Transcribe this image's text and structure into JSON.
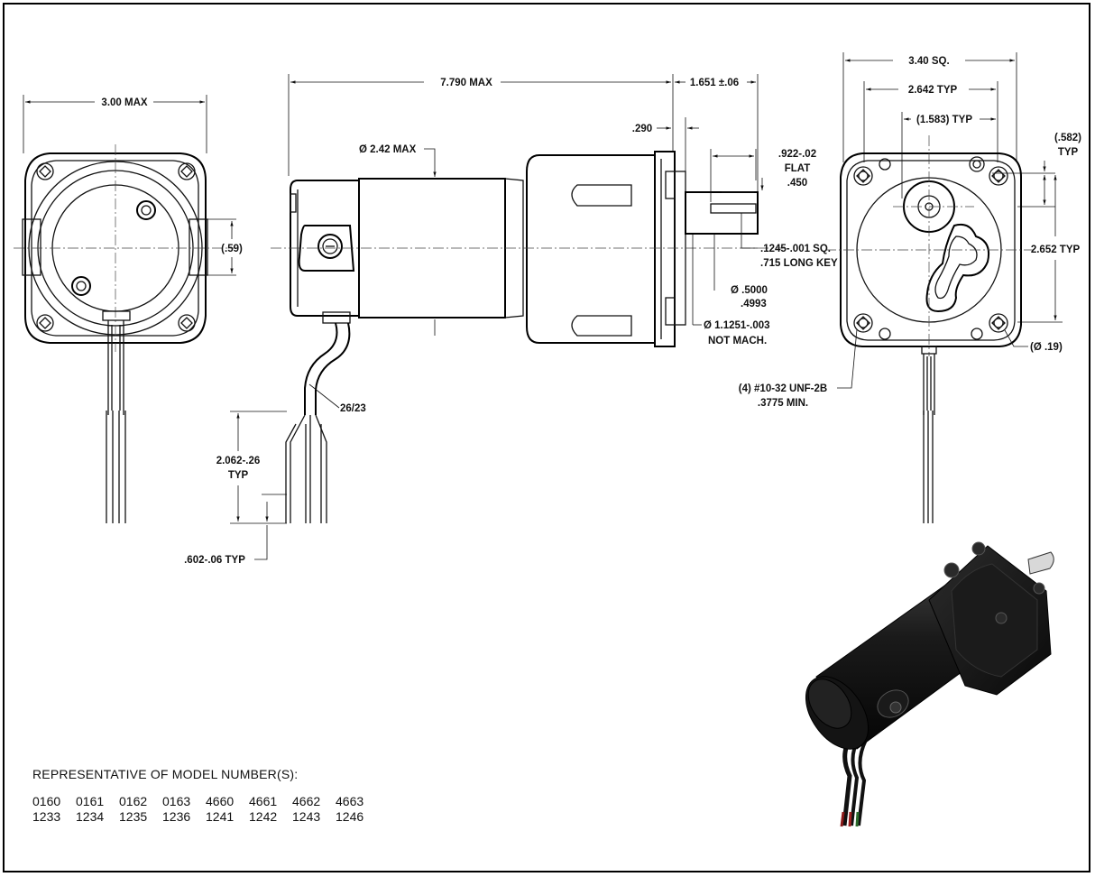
{
  "dimensions": {
    "left_width": "3.00 MAX",
    "left_offset": "(.59)",
    "overall_length": "7.790 MAX",
    "shaft_length": "1.651 ±.06",
    "dia_max": "Ø 2.42 MAX",
    "flange_thk": ".290",
    "flat_line1": ".922-.02",
    "flat_line2": "FLAT",
    "flat_line3": ".450",
    "key_line1": ".1245-.001 SQ.",
    "key_line2": ".715 LONG KEY",
    "shaft_dia_line1": "Ø .5000",
    "shaft_dia_line2": ".4993",
    "pilot_line1": "Ø 1.1251-.003",
    "pilot_line2": "NOT MACH.",
    "wire_gauge": "26/23",
    "lead_len_line1": "2.062-.26",
    "lead_len_line2": "TYP",
    "strip_len": ".602-.06 TYP",
    "right_sq": "3.40 SQ.",
    "bolt_typ": "2.642 TYP",
    "offset_typ": "(1.583) TYP",
    "corner_line1": "(.582)",
    "corner_line2": "TYP",
    "height_typ": "2.652 TYP",
    "hole_dia": "(Ø .19)",
    "tap_line1": "(4) #10-32 UNF-2B",
    "tap_line2": ".3775 MIN."
  },
  "models": {
    "heading": "REPRESENTATIVE OF MODEL NUMBER(S):",
    "row1": [
      "0160",
      "0161",
      "0162",
      "0163",
      "4660",
      "4661",
      "4662",
      "4663"
    ],
    "row2": [
      "1233",
      "1234",
      "1235",
      "1236",
      "1241",
      "1242",
      "1243",
      "1246"
    ]
  }
}
